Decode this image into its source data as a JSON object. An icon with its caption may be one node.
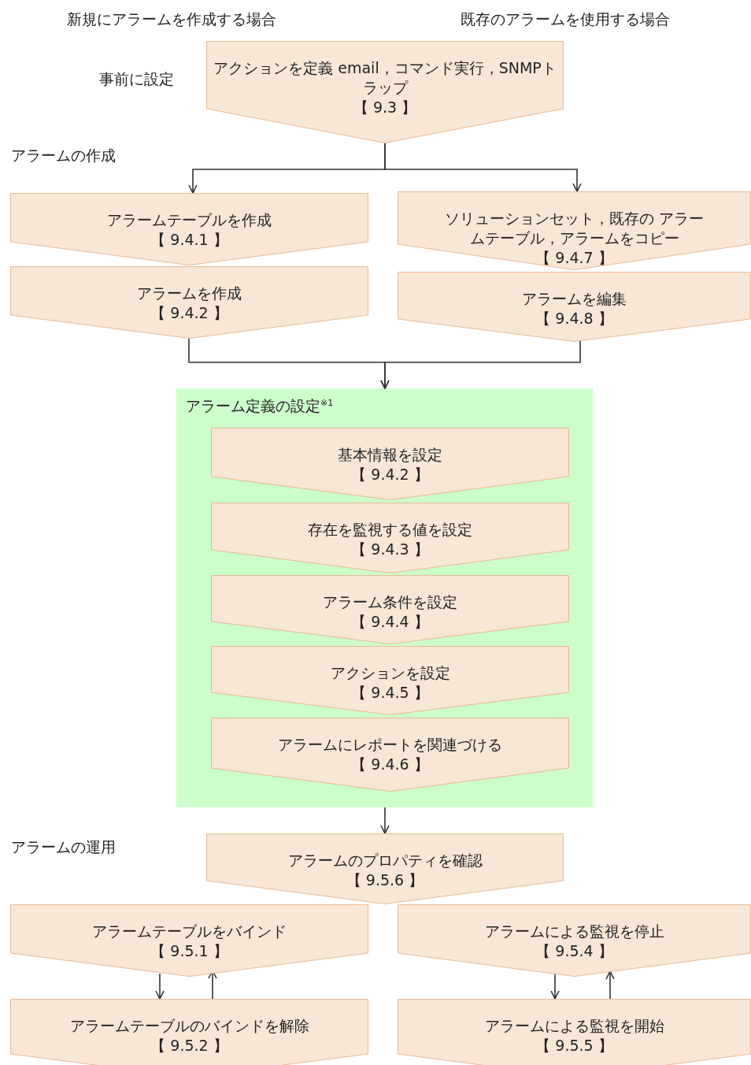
{
  "diagram": {
    "nodes": [
      {
        "text": [
          "アクションを定義 email，コマンド実行，SNMPトラップ",
          "【 9.3 】"
        ]
      },
      {
        "text": [
          "アラームテーブルを作成",
          "【 9.4.1 】"
        ]
      },
      {
        "text": [
          "アラームを作成",
          "【 9.4.2 】"
        ]
      },
      {
        "text": [
          "ソリューションセット，既存の アラームテーブル，アラームをコピー",
          "【 9.4.7 】"
        ]
      },
      {
        "text": [
          "アラームを編集",
          "【 9.4.8 】"
        ]
      },
      {
        "text": [
          "アラーム定義の設定$^{※1}$"
        ]
      },
      {
        "text": [
          "基本情報を設定",
          "【 9.4.2 】"
        ],
        "in": 5
      },
      {
        "text": [
          "存在を監視する値を設定",
          "【 9.4.3 】"
        ],
        "in": 5
      },
      {
        "text": [
          "アラーム条件を設定",
          "【 9.4.4 】"
        ],
        "in": 5
      },
      {
        "text": [
          "アクションを設定",
          "【 9.4.5 】"
        ],
        "in": 5
      },
      {
        "text": [
          "アラームにレポートを関連づける",
          "【 9.4.6 】"
        ],
        "in": 5
      },
      {
        "text": [
          "アラームのプロパティを確認",
          "【 9.5.6 】"
        ]
      },
      {
        "text": [
          "アラームテーブルをバインド",
          "【 9.5.1 】"
        ]
      },
      {
        "text": [
          "アラームによる監視を停止",
          "【 9.5.4 】"
        ]
      },
      {
        "text": [
          "アラームテーブルのバインドを解除",
          "【 9.5.2 】"
        ]
      },
      {
        "text": [
          "アラームによる監視を開始",
          "【 9.5.5 】"
        ]
      }
    ],
    "edges": [
      {
        "from": 0,
        "to": 1,
        "arrow": "to"
      },
      {
        "from": 0,
        "to": 3,
        "arrow": "to"
      },
      {
        "from": 2,
        "to": 5,
        "arrow": "to"
      },
      {
        "from": 4,
        "to": 5,
        "arrow": "to"
      },
      {
        "from": 5,
        "to": 11,
        "arrow": "to"
      },
      {
        "from": 12,
        "to": 14,
        "arrow": "to"
      },
      {
        "from": 14,
        "to": 12,
        "arrow": "to"
      },
      {
        "from": 13,
        "to": 15,
        "arrow": "to"
      },
      {
        "from": 15,
        "to": 13,
        "arrow": "to"
      }
    ],
    "labels": [
      "新規にアラームを作成する場合",
      "既存のアラームを使用する場合",
      "事前に設定",
      "アラームの作成",
      "アラームの運用"
    ]
  }
}
